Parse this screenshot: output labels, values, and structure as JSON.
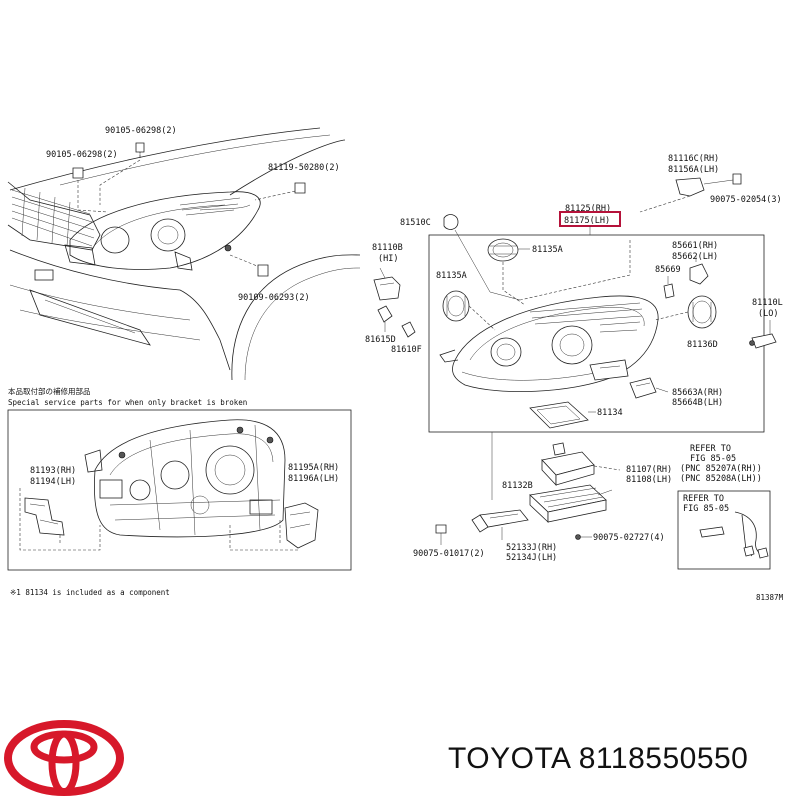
{
  "labels": {
    "p90105a": "90105-06298(2)",
    "p90105b": "90105-06298(2)",
    "p81119": "81119-50280(2)",
    "p90109": "90109-06293(2)",
    "p81116": "81116C(RH)",
    "p81156": "81156A(LH)",
    "p90075a": "90075-02054(3)",
    "p81125": "81125(RH)",
    "p81175": "81175(LH)",
    "p81510": "81510C",
    "p81135a": "81135A",
    "p81110b": "81110B",
    "p81110b_hi": "(HI)",
    "p81135a2": "81135A",
    "p81615": "81615D",
    "p81610": "81610F",
    "p85661": "85661(RH)",
    "p85662": "85662(LH)",
    "p85669": "85669",
    "p81110l": "81110L",
    "p81110l_lo": "(LO)",
    "p81136": "81136D",
    "p85663": "85663A(RH)",
    "p85664": "85664B(LH)",
    "p81134": "81134",
    "p81107": "81107(RH)",
    "p81108": "81108(LH)",
    "p81132": "81132B",
    "p52133": "52133J(RH)",
    "p52134": "52134J(LH)",
    "p90075b": "90075-01017(2)",
    "p90075c": "90075-02727(4)",
    "p81193": "81193(RH)",
    "p81194": "81194(LH)",
    "p81195": "81195A(RH)",
    "p81196": "81196A(LH)",
    "refer1_a": "REFER TO",
    "refer1_b": "FIG 85-05",
    "refer1_c": "(PNC 85207A(RH))",
    "refer1_d": "(PNC 85208A(LH))",
    "refer2_a": "REFER TO",
    "refer2_b": "FIG 85-05",
    "special_jp": "本品取付部の補修用部品",
    "special_en": "Special service parts for when only bracket is broken",
    "footnote": "※1 81134 is included as a component",
    "fig_code": "81387M"
  },
  "caption": "TOYOTA 8118550550",
  "colors": {
    "highlight": "#b5123a",
    "logo": "#d7182a"
  },
  "icons": {
    "logo": "toyota-logo-icon"
  }
}
